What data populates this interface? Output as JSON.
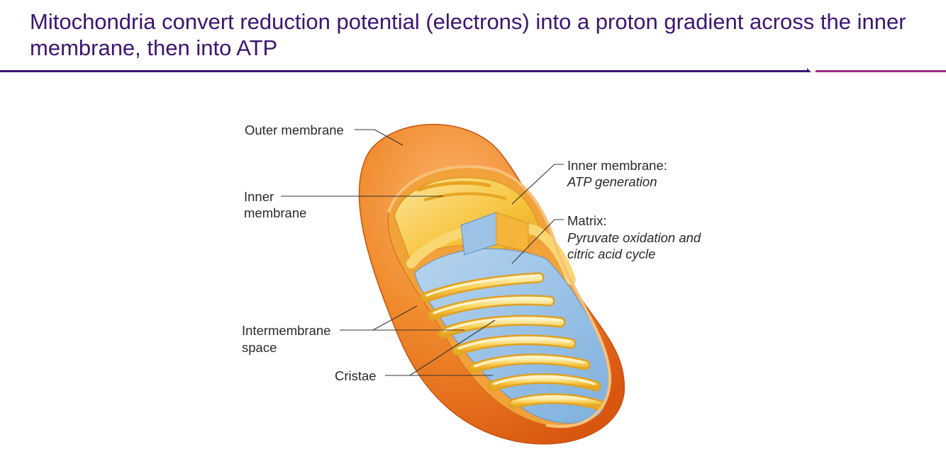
{
  "slide": {
    "title": "Mitochondria convert reduction potential (electrons) into a proton gradient across the inner membrane, then into ATP"
  },
  "figure": {
    "labels": {
      "outer_membrane": "Outer membrane",
      "inner_membrane_line1": "Inner",
      "inner_membrane_line2": "membrane",
      "inner_membrane_atp_title": "Inner membrane:",
      "inner_membrane_atp_desc": "ATP generation",
      "matrix_title": "Matrix:",
      "matrix_desc_line1": "Pyruvate oxidation and",
      "matrix_desc_line2": "citric acid cycle",
      "intermembrane_line1": "Intermembrane",
      "intermembrane_line2": "space",
      "cristae": "Cristae"
    },
    "colors": {
      "outer_membrane": "#ee7a1e",
      "inner_membrane": "#f7c23a",
      "matrix": "#9cc3e6",
      "title": "#3d1470",
      "accent_rule": "#9a2c86"
    }
  }
}
